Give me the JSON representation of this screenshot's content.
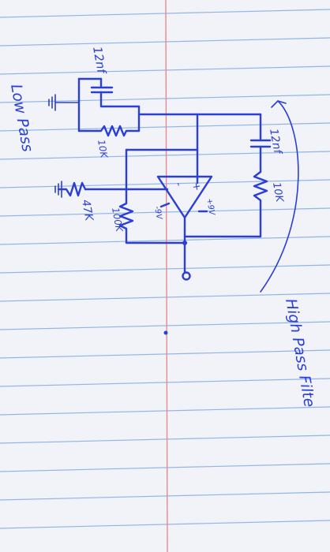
{
  "annotations": {
    "low_pass": "Low Pass",
    "high_pass": "High Pass Filte"
  },
  "labels": {
    "c_low": "12nf",
    "r_low_feedback": "10K",
    "r_ground": "47K",
    "r_gain": "100K",
    "c_high": "12nf",
    "r_high": "10K",
    "v_neg": "-9V",
    "v_pos": "+9V",
    "op_minus": "-",
    "op_plus": "+"
  },
  "colors": {
    "ink": "#2a3ed8",
    "rule_line": "#8fb5e6",
    "margin_line": "#e58b8b",
    "paper": "#f2f3f8"
  }
}
